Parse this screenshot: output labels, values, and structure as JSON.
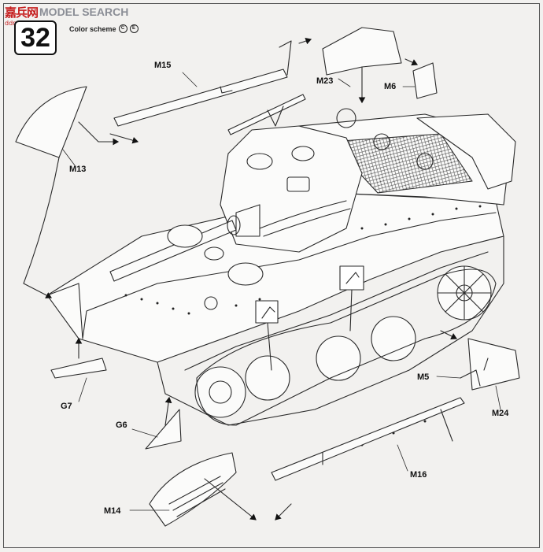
{
  "watermark": {
    "logo": "嘉兵网",
    "text": "MODEL SEARCH",
    "domain": "ddngseng.com"
  },
  "step_number": "32",
  "color_scheme": {
    "label": "Color scheme",
    "marks": [
      "C",
      "E"
    ]
  },
  "parts": {
    "m15": "M15",
    "m23": "M23",
    "m6": "M6",
    "m13": "M13",
    "m5": "M5",
    "m24": "M24",
    "g7": "G7",
    "g6": "G6",
    "m16": "M16",
    "m14": "M14"
  }
}
